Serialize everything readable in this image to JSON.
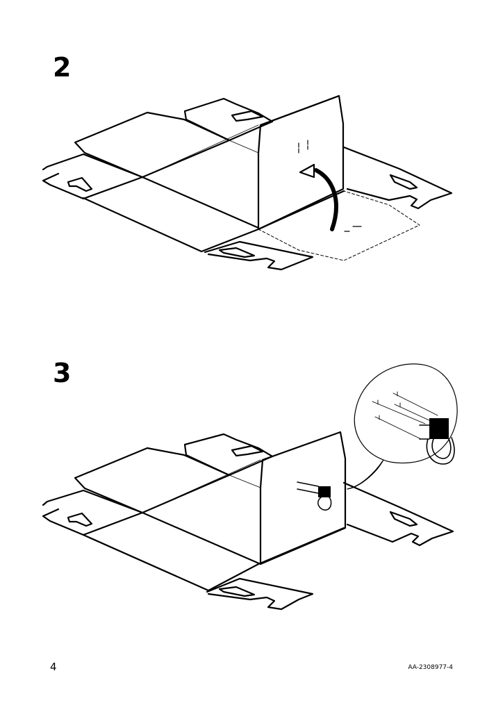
{
  "steps": [
    {
      "number": "2",
      "figure": "box-side-panel-fold-up"
    },
    {
      "number": "3",
      "figure": "box-handle-attach-detail"
    }
  ],
  "footer": {
    "page_number": "4",
    "document_code": "AA-2308977-4"
  }
}
